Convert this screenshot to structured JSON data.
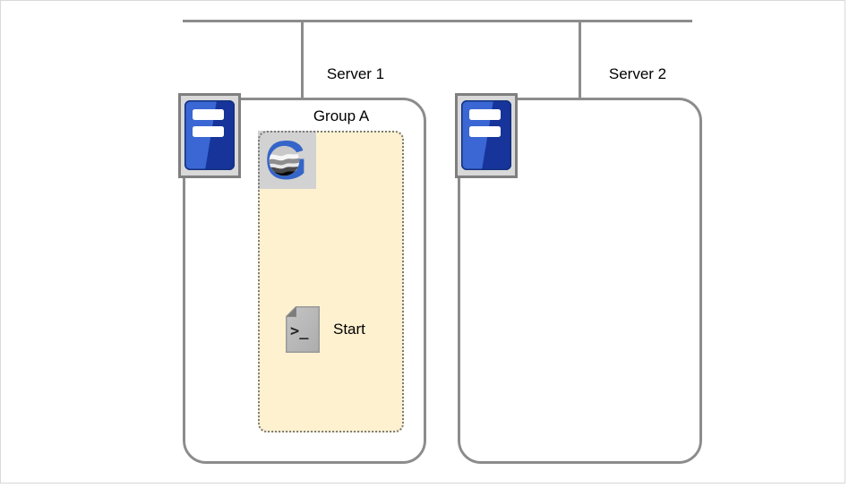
{
  "network": {
    "line_color": "#8c8c8c"
  },
  "servers": [
    {
      "label": "Server 1",
      "icon": "server-tower-icon"
    },
    {
      "label": "Server 2",
      "icon": "server-tower-icon"
    }
  ],
  "group": {
    "label": "Group A",
    "icon": "scheduler-g-logo-icon",
    "icon_letter": "G",
    "fill": "#fdf1d0",
    "border_color": "#7a7a7a"
  },
  "task": {
    "label": "Start",
    "icon": "shell-script-icon",
    "icon_glyph": ">_"
  },
  "colors": {
    "canvas_border": "#d9d9d9",
    "box_border": "#8c8c8c",
    "icon_frame_bg": "#d9d9d9",
    "icon_frame_border": "#7f7f7f",
    "server_blue_light": "#3a67d3",
    "server_blue_dark": "#16349a",
    "logo_blue": "#3565c8",
    "label_text": "#000000"
  }
}
